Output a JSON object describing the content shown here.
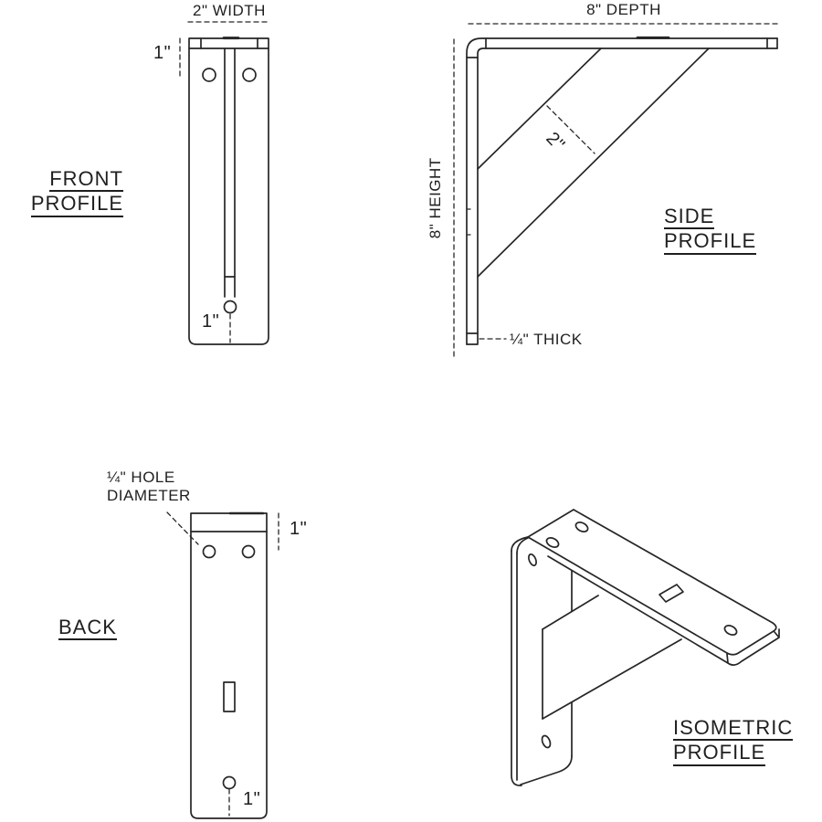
{
  "front": {
    "title_line1": "FRONT",
    "title_line2": "PROFILE",
    "width_dim": "2\" WIDTH",
    "top_offset_dim": "1\"",
    "bottom_hole_dim": "1\""
  },
  "side": {
    "title_line1": "SIDE",
    "title_line2": "PROFILE",
    "depth_dim": "8\" DEPTH",
    "height_dim": "8\" HEIGHT",
    "gusset_width_dim": "2\"",
    "thickness_note": "¼\" THICK"
  },
  "back": {
    "title": "BACK",
    "hole_note_line1": "¼\" HOLE",
    "hole_note_line2": "DIAMETER",
    "top_offset_dim": "1\"",
    "bottom_hole_dim": "1\""
  },
  "iso": {
    "title_line1": "ISOMETRIC",
    "title_line2": "PROFILE"
  },
  "colors": {
    "line": "#262626",
    "background": "#ffffff"
  }
}
